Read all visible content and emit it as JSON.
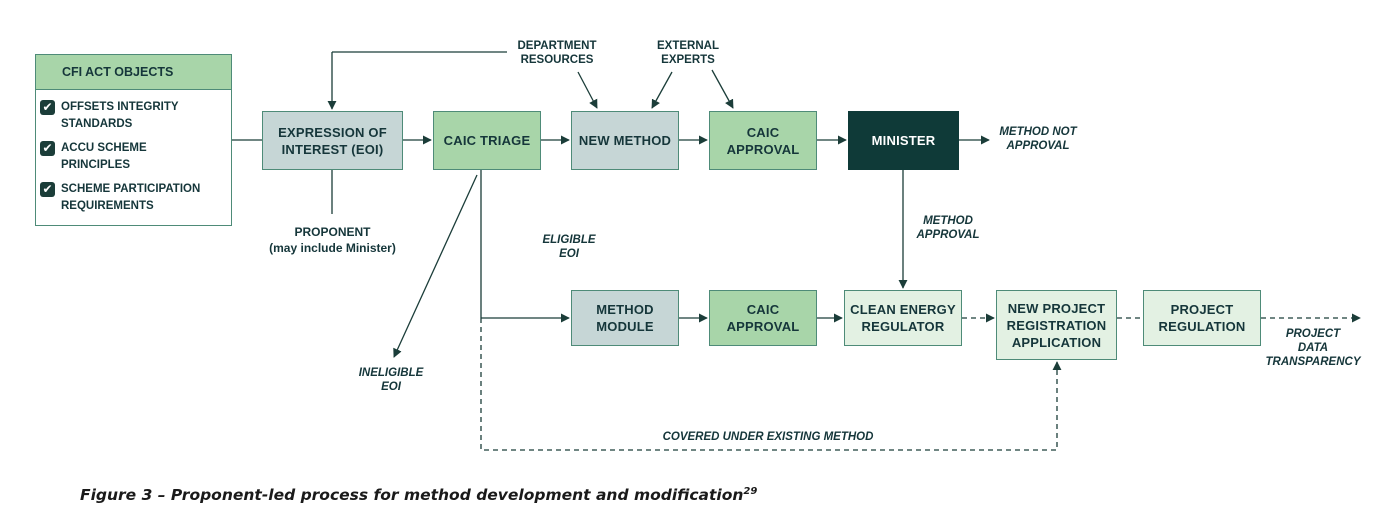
{
  "legend": {
    "title": "CFI ACT OBJECTS",
    "items": [
      {
        "label": "OFFSETS INTEGRITY\nSTANDARDS"
      },
      {
        "label": "ACCU SCHEME\nPRINCIPLES"
      },
      {
        "label": "SCHEME PARTICIPATION\nREQUIREMENTS"
      }
    ]
  },
  "nodes": {
    "eoi": "EXPRESSION OF\nINTEREST (EOI)",
    "triage": "CAIC TRIAGE",
    "new_method": "NEW METHOD",
    "caic_approval_1": "CAIC\nAPPROVAL",
    "minister": "MINISTER",
    "method_module": "METHOD\nMODULE",
    "caic_approval_2": "CAIC\nAPPROVAL",
    "cer": "CLEAN ENERGY\nREGULATOR",
    "registration": "NEW PROJECT\nREGISTRATION\nAPPLICATION",
    "regulation": "PROJECT\nREGULATION"
  },
  "labels": {
    "department": "DEPARTMENT\nRESOURCES",
    "experts": "EXTERNAL\nEXPERTS",
    "proponent": "PROPONENT",
    "proponent_note": "(may include Minister)",
    "method_not_approval": "METHOD NOT\nAPPROVAL",
    "method_approval": "METHOD\nAPPROVAL",
    "eligible": "ELIGIBLE\nEOI",
    "ineligible": "INELIGIBLE\nEOI",
    "transparency": "PROJECT\nDATA\nTRANSPARENCY",
    "covered": "COVERED UNDER EXISTING METHOD"
  },
  "caption": {
    "text": "Figure 3 – Proponent-led process for method development and modification",
    "footnote": "29"
  },
  "colors": {
    "grey_box": "#c6d6d6",
    "green_box": "#a8d5a9",
    "light_box": "#e3f1e3",
    "dark_box": "#0f3a38",
    "line": "#1b3d39"
  },
  "icons": [
    "checkbox-icon",
    "arrow-icon"
  ]
}
